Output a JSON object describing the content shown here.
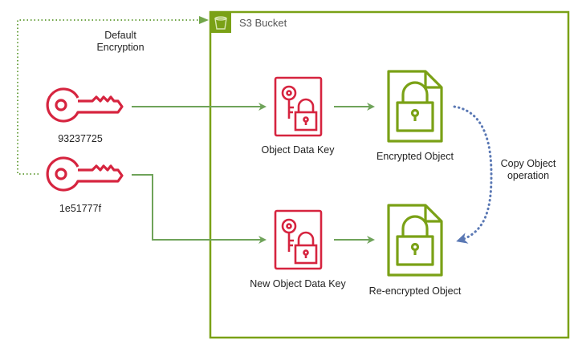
{
  "colors": {
    "bucket_green": "#7aa116",
    "arrow_green": "#6fa35a",
    "key_red": "#d6243f",
    "copy_blue": "#5a78b4",
    "dotted_green": "#72a64a"
  },
  "bucket": {
    "title": "S3 Bucket",
    "icon": "s3-bucket-icon"
  },
  "default_encryption": {
    "label_line1": "Default",
    "label_line2": "Encryption"
  },
  "keys": [
    {
      "id": "93237725",
      "icon": "key-icon"
    },
    {
      "id": "1e51777f",
      "icon": "key-icon"
    }
  ],
  "data_keys": [
    {
      "label": "Object Data Key",
      "icon": "data-key-lock-icon"
    },
    {
      "label": "New Object Data Key",
      "icon": "data-key-lock-icon"
    }
  ],
  "objects": [
    {
      "label": "Encrypted Object",
      "icon": "locked-file-icon"
    },
    {
      "label": "Re-encrypted Object",
      "icon": "locked-file-icon"
    }
  ],
  "copy_operation": {
    "label_line1": "Copy Object",
    "label_line2": "operation"
  }
}
